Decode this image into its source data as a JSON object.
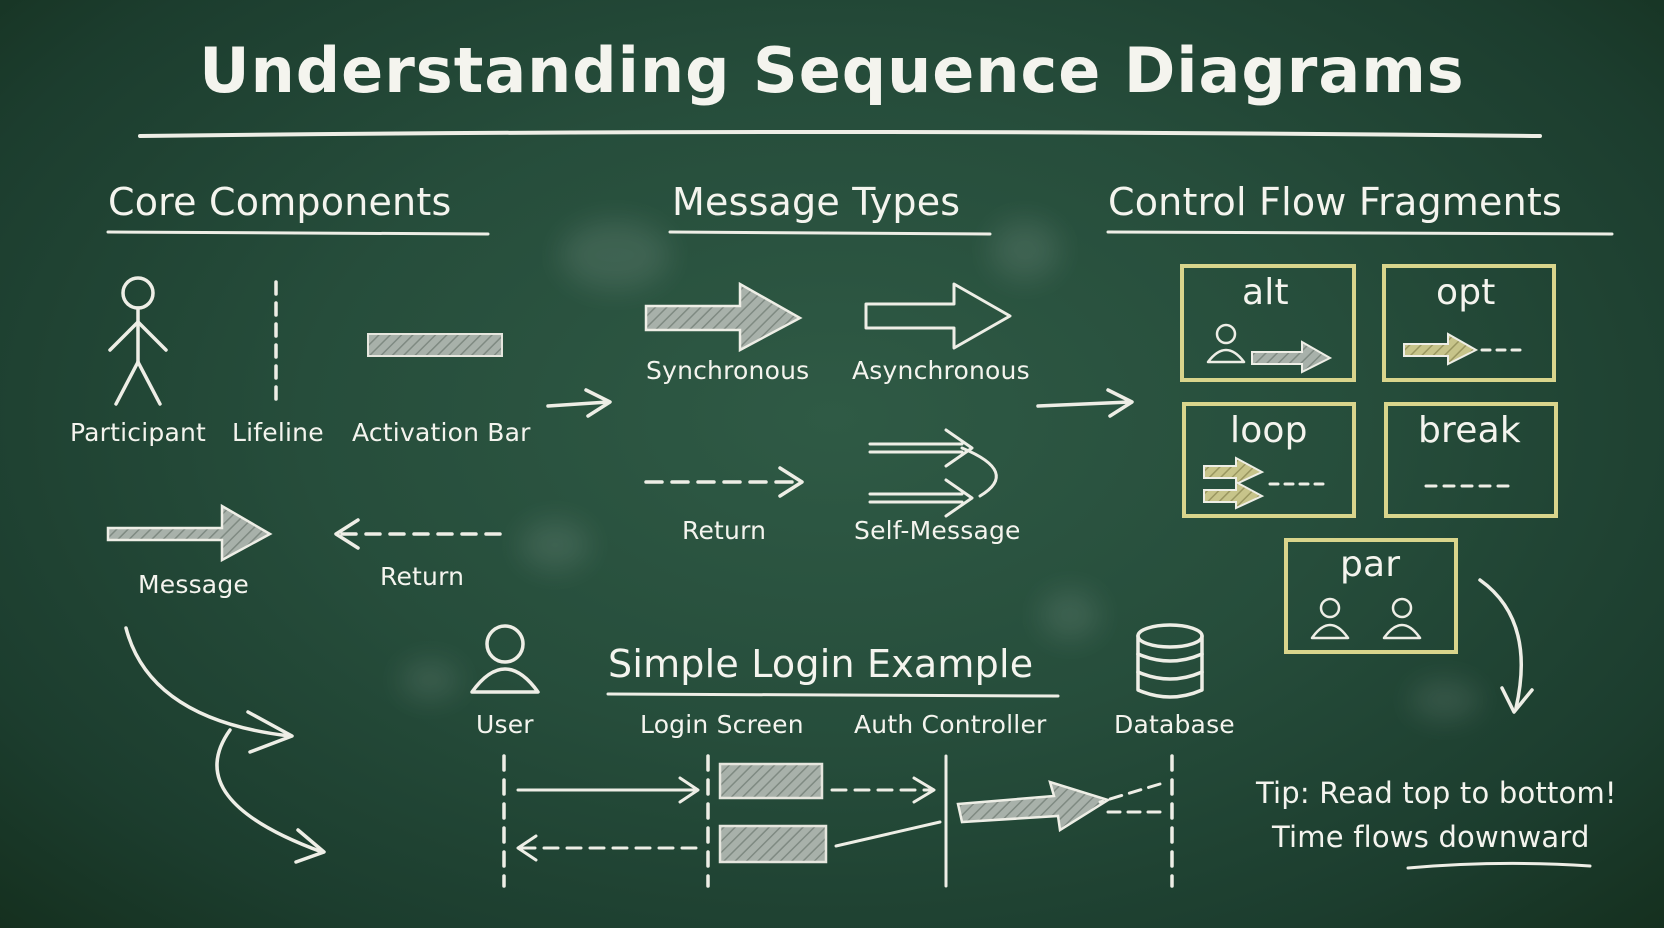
{
  "title": "Understanding Sequence Diagrams",
  "sections": {
    "core": "Core Components",
    "messages": "Message Types",
    "control": "Control Flow Fragments",
    "login": "Simple Login Example"
  },
  "core_labels": {
    "participant": "Participant",
    "lifeline": "Lifeline",
    "activation": "Activation Bar",
    "message": "Message",
    "return": "Return"
  },
  "message_labels": {
    "sync": "Synchronous",
    "async": "Asynchronous",
    "return": "Return",
    "self": "Self-Message"
  },
  "fragments": {
    "alt": "alt",
    "opt": "opt",
    "loop": "loop",
    "break": "break",
    "par": "par"
  },
  "login_participants": {
    "user": "User",
    "login_screen": "Login Screen",
    "auth": "Auth Controller",
    "database": "Database"
  },
  "tip": {
    "line1": "Tip: Read top to bottom!",
    "line2": "Time flows downward"
  },
  "colors": {
    "board": "#264d3b",
    "chalk": "#eeeee6",
    "fragment_border": "#d9d58c"
  }
}
